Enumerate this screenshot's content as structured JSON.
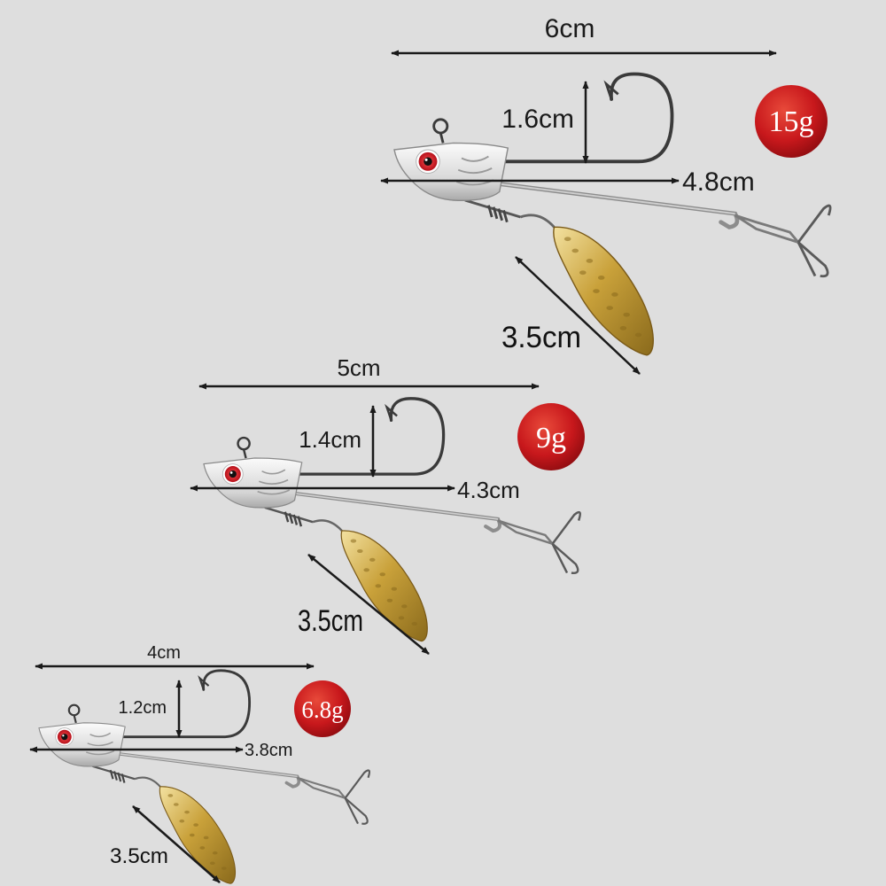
{
  "colors": {
    "background": "#dedede",
    "badge": "#c8181c",
    "blade": "#c9a13a",
    "wire": "#8d8d8d",
    "hook": "#3a3a3a",
    "eye": "#d8202a"
  },
  "lures": [
    {
      "weight": "15g",
      "length": "6cm",
      "hook_gap": "1.6cm",
      "shank": "4.8cm",
      "blade": "3.5cm"
    },
    {
      "weight": "9g",
      "length": "5cm",
      "hook_gap": "1.4cm",
      "shank": "4.3cm",
      "blade": "3.5cm"
    },
    {
      "weight": "6.8g",
      "length": "4cm",
      "hook_gap": "1.2cm",
      "shank": "3.8cm",
      "blade": "3.5cm"
    }
  ]
}
